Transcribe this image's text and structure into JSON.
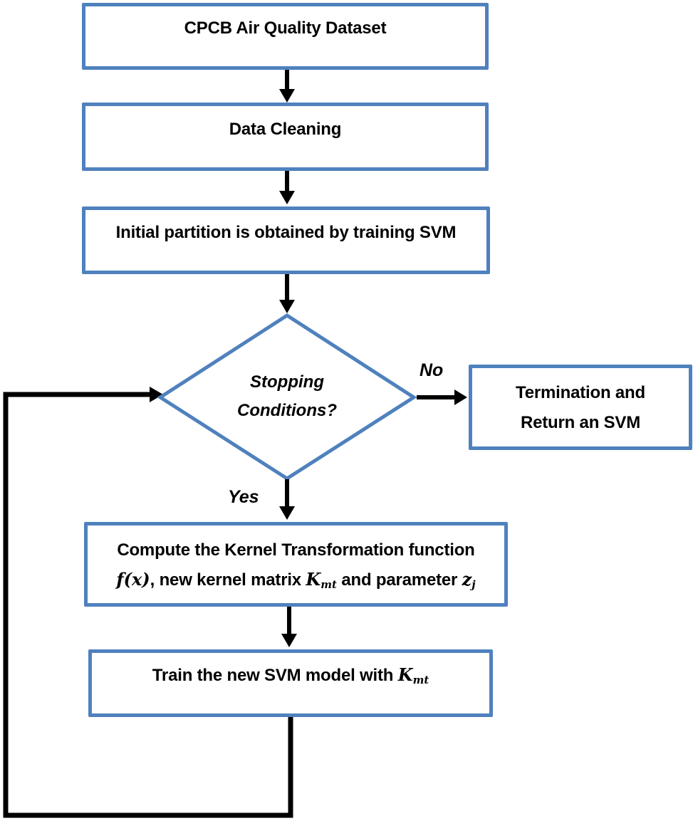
{
  "diagram": {
    "background_color": "#ffffff",
    "node_border_color": "#4F81BD",
    "node_fill_color": "#ffffff",
    "connector_color": "#000000",
    "text_color": "#000000"
  },
  "nodes": {
    "dataset": {
      "label": "CPCB Air Quality Dataset"
    },
    "data_cleaning": {
      "label": "Data Cleaning"
    },
    "initial_partition": {
      "label": "Initial partition is obtained by training SVM"
    },
    "stopping_conditions": {
      "line1": "Stopping",
      "line2": "Conditions?"
    },
    "termination": {
      "line1": "Termination and",
      "line2": "Return an SVM"
    },
    "compute_kernel": {
      "line1": "Compute the Kernel Transformation function",
      "math_f": "f(x)",
      "text_after_f": ", new kernel matrix ",
      "math_K": "K",
      "math_K_sub": "mt",
      "text_after_K": " and parameter ",
      "math_z": "z",
      "math_z_sub": "j"
    },
    "train_svm": {
      "text": "Train the new SVM model with ",
      "math_K": "K",
      "math_K_sub": "mt"
    }
  },
  "edges": {
    "no_label": "No",
    "yes_label": "Yes"
  }
}
